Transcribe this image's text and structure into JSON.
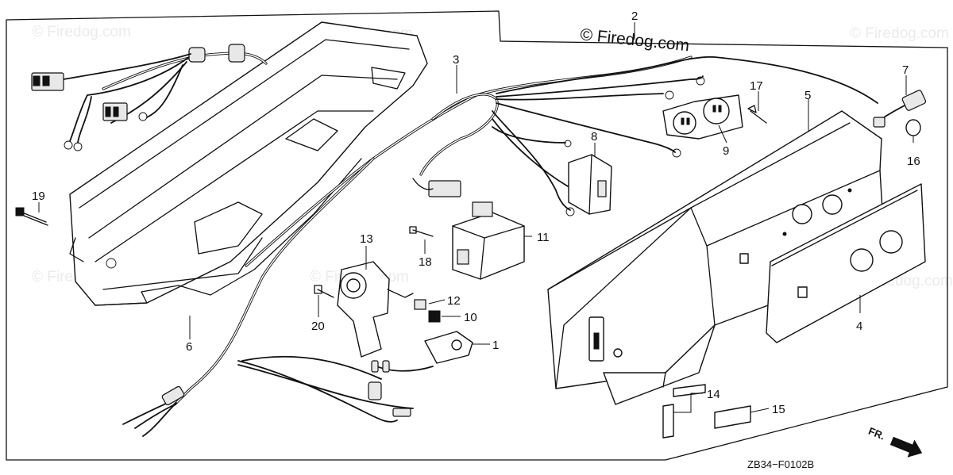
{
  "watermark": {
    "copyright_text": "© Firedog.com",
    "faint_text": "© Firedog.com"
  },
  "diagram_code": "ZB34−F0102B",
  "direction_label": "FR.",
  "callouts": [
    {
      "id": "c1",
      "label": "1"
    },
    {
      "id": "c2",
      "label": "2"
    },
    {
      "id": "c3",
      "label": "3"
    },
    {
      "id": "c4",
      "label": "4"
    },
    {
      "id": "c5",
      "label": "5"
    },
    {
      "id": "c6",
      "label": "6"
    },
    {
      "id": "c7",
      "label": "7"
    },
    {
      "id": "c8",
      "label": "8"
    },
    {
      "id": "c9",
      "label": "9"
    },
    {
      "id": "c10",
      "label": "10"
    },
    {
      "id": "c11",
      "label": "11"
    },
    {
      "id": "c12",
      "label": "12"
    },
    {
      "id": "c13",
      "label": "13"
    },
    {
      "id": "c14",
      "label": "14"
    },
    {
      "id": "c15",
      "label": "15"
    },
    {
      "id": "c16",
      "label": "16"
    },
    {
      "id": "c17",
      "label": "17"
    },
    {
      "id": "c18",
      "label": "18"
    },
    {
      "id": "c19",
      "label": "19"
    },
    {
      "id": "c20",
      "label": "20"
    }
  ],
  "colors": {
    "line": "#111111",
    "background": "#ffffff"
  }
}
